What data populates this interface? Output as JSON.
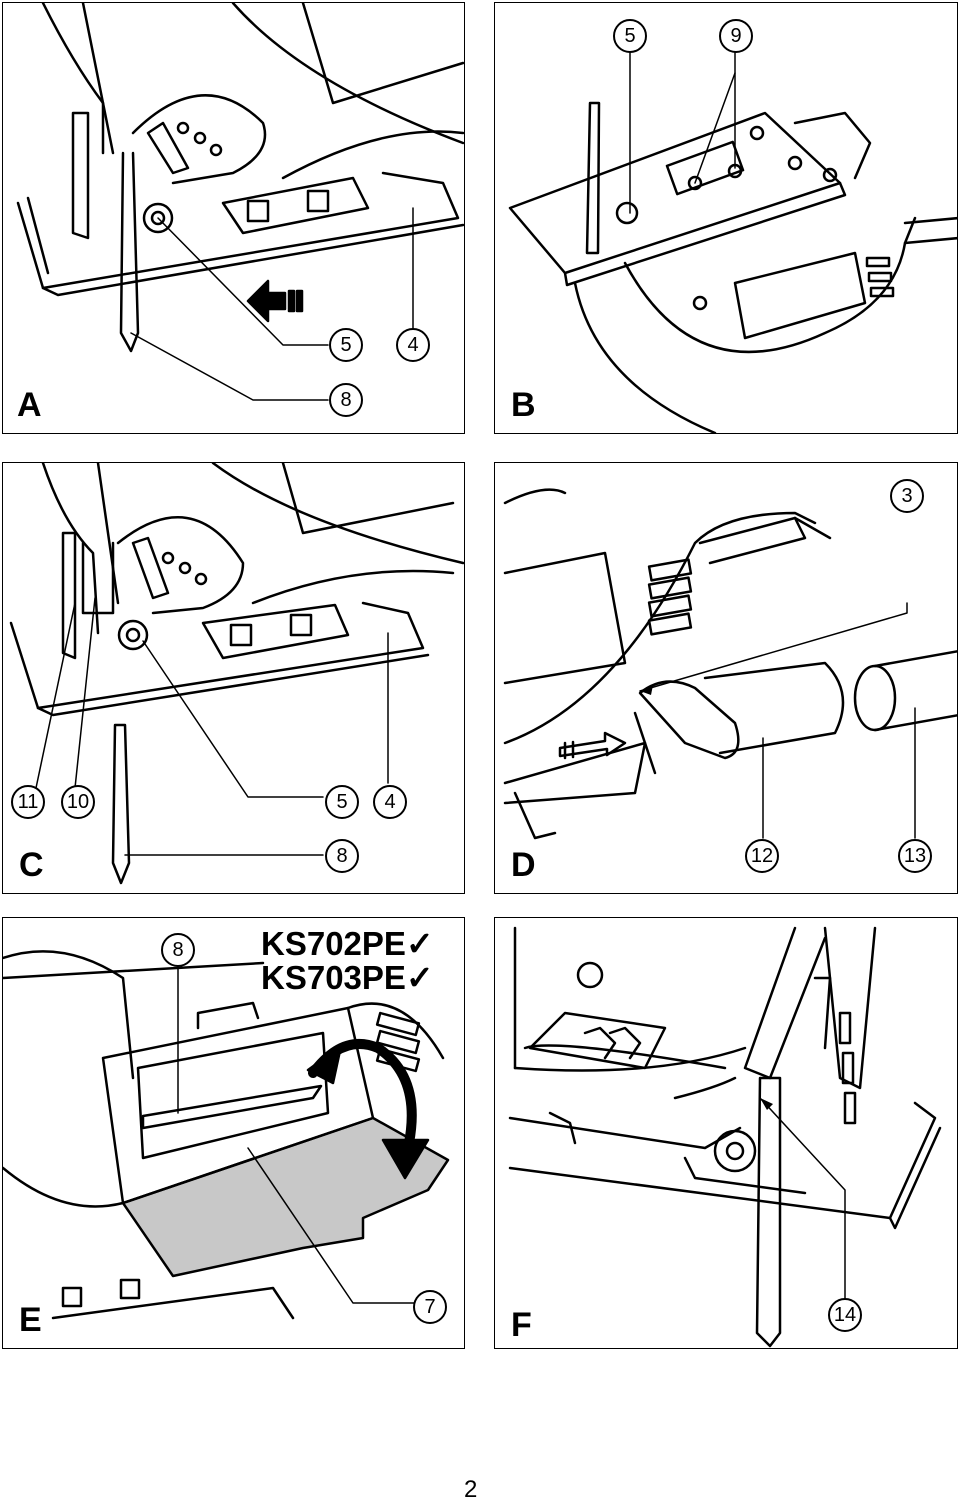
{
  "page_number": "2",
  "models": [
    "KS702PE",
    "KS703PE"
  ],
  "check_mark": "✓",
  "panels": {
    "A": {
      "letter": "A",
      "callouts": [
        "5",
        "4",
        "8"
      ]
    },
    "B": {
      "letter": "B",
      "callouts": [
        "5",
        "9"
      ]
    },
    "C": {
      "letter": "C",
      "callouts": [
        "11",
        "10",
        "5",
        "4",
        "8"
      ]
    },
    "D": {
      "letter": "D",
      "callouts": [
        "3",
        "12",
        "13"
      ]
    },
    "E": {
      "letter": "E",
      "callouts": [
        "8",
        "7"
      ]
    },
    "F": {
      "letter": "F",
      "callouts": [
        "14"
      ]
    }
  }
}
